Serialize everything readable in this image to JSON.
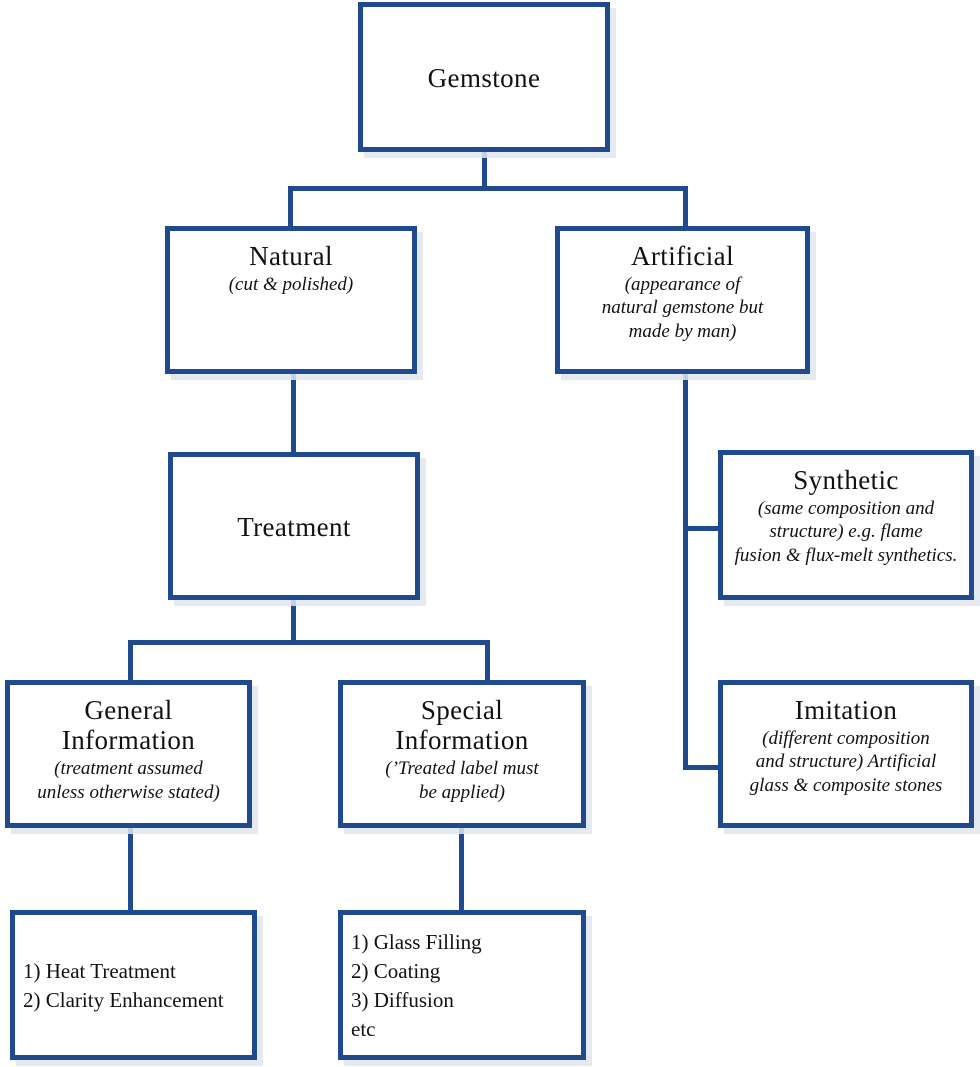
{
  "diagram": {
    "title": "Gemstone classification flowchart",
    "colors": {
      "box_border": "#1f4b8e",
      "connector": "#1f4b8e",
      "box_fill": "#ffffff",
      "shadow": "#e1e6f0",
      "text": "#111111",
      "background": "#ffffff"
    },
    "nodes": {
      "gemstone": {
        "title": "Gemstone",
        "subtitle": ""
      },
      "natural": {
        "title": "Natural",
        "subtitle": "(cut & polished)"
      },
      "artificial": {
        "title": "Artificial",
        "subtitle": "(appearance of\nnatural gemstone but\nmade by man)"
      },
      "treatment": {
        "title": "Treatment",
        "subtitle": ""
      },
      "synthetic": {
        "title": "Synthetic",
        "subtitle": "(same composition and\nstructure) e.g. flame\nfusion & flux-melt synthetics."
      },
      "imitation": {
        "title": "Imitation",
        "subtitle": "(different composition\nand structure) Artificial\nglass & composite stones"
      },
      "general_information": {
        "title": "General\nInformation",
        "subtitle": "(treatment assumed\nunless otherwise stated)"
      },
      "special_information": {
        "title": "Special\nInformation",
        "subtitle": "(’Treated label must\nbe applied)"
      },
      "general_information_list": {
        "items": "1) Heat Treatment\n2) Clarity Enhancement"
      },
      "special_information_list": {
        "items": "1) Glass Filling\n2) Coating\n3) Diffusion\n    etc"
      }
    },
    "edges": [
      {
        "from": "gemstone",
        "to": "natural"
      },
      {
        "from": "gemstone",
        "to": "artificial"
      },
      {
        "from": "natural",
        "to": "treatment"
      },
      {
        "from": "treatment",
        "to": "general_information"
      },
      {
        "from": "treatment",
        "to": "special_information"
      },
      {
        "from": "general_information",
        "to": "general_information_list"
      },
      {
        "from": "special_information",
        "to": "special_information_list"
      },
      {
        "from": "artificial",
        "to": "synthetic"
      },
      {
        "from": "artificial",
        "to": "imitation"
      }
    ]
  }
}
